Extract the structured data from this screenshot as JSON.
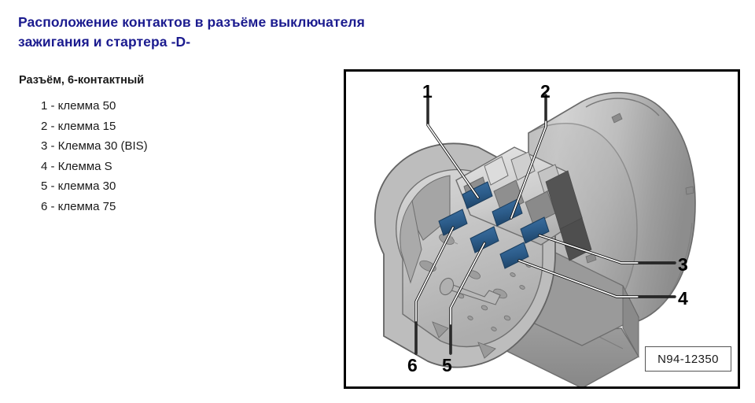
{
  "title": {
    "line1": "Расположение контактов в разъёме выключателя",
    "line2": "зажигания и стартера -D-",
    "color": "#1b1b8f"
  },
  "connector": {
    "subtitle": "Разъём, 6-контактный"
  },
  "pins": [
    {
      "number": "1",
      "label": "1 - клемма 50"
    },
    {
      "number": "2",
      "label": "2 - клемма 15"
    },
    {
      "number": "3",
      "label": "3 - Клемма 30 (BIS)"
    },
    {
      "number": "4",
      "label": "4 - Клемма S"
    },
    {
      "number": "5",
      "label": "5 - клемма 30"
    },
    {
      "number": "6",
      "label": "6 - клемма 75"
    }
  ],
  "illustration": {
    "callouts": {
      "c1": "1",
      "c2": "2",
      "c3": "3",
      "c4": "4",
      "c5": "5",
      "c6": "6"
    },
    "figure_id": "N94-12350",
    "terminal_color": "#2c5c8a",
    "housing_color": "#c9c9c9",
    "frame_color": "#000000"
  }
}
